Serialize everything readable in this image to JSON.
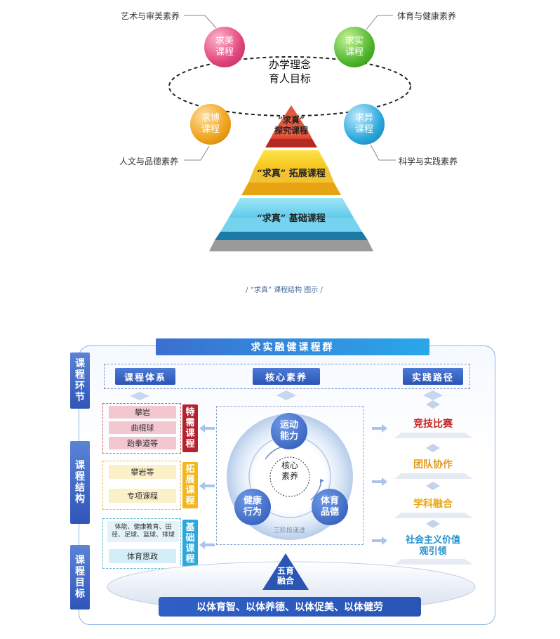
{
  "top": {
    "spheres": [
      {
        "line1": "求美",
        "line2": "课程",
        "color": "#e0457b"
      },
      {
        "line1": "求实",
        "line2": "课程",
        "color": "#4fb52d"
      },
      {
        "line1": "求博",
        "line2": "课程",
        "color": "#efa11a"
      },
      {
        "line1": "求异",
        "line2": "课程",
        "color": "#2aa7dc"
      }
    ],
    "labels": {
      "art": "艺术与审美素养",
      "sport": "体育与健康素养",
      "humanity": "人文与品德素养",
      "science": "科学与实践素养"
    },
    "center": {
      "line1": "办学理念",
      "line2": "育人目标"
    },
    "tiers": {
      "top_line1": "“求真”",
      "top_line2": "探究课程",
      "middle": "“求真” 拓展课程",
      "bottom": "“求真” 基础课程"
    },
    "caption": "/ “求真” 课程结构 图示 /"
  },
  "bottom": {
    "title": "求实融健课程群",
    "side_tabs": [
      "课程环节",
      "课程结构",
      "课程目标"
    ],
    "headers": [
      "课程体系",
      "核心素养",
      "实践路径"
    ],
    "special": {
      "tag": "特需课程",
      "items": [
        "攀岩",
        "曲棍球",
        "跆拳道等"
      ],
      "color": "#b5222e"
    },
    "extend": {
      "tag": "拓展课程",
      "items": [
        "攀岩等",
        "专项课程"
      ],
      "color": "#f2b71c"
    },
    "basic": {
      "tag": "基础课程",
      "items": [
        "体能、健康教育、田径、足球、篮球、排球",
        "体育思政"
      ],
      "color": "#2aa7dc"
    },
    "core": {
      "center_line1": "核心",
      "center_line2": "素养",
      "sport_line1": "运动",
      "sport_line2": "能力",
      "health_line1": "健康",
      "health_line2": "行为",
      "moral_line1": "体育",
      "moral_line2": "品德",
      "stage": "三阶段递进"
    },
    "five": {
      "line1": "五育",
      "line2": "融合"
    },
    "paths": [
      {
        "line1": "竞技比赛",
        "line2": "",
        "color": "#c62828"
      },
      {
        "line1": "团队协作",
        "line2": "",
        "color": "#e89a1a"
      },
      {
        "line1": "学科融合",
        "line2": "",
        "color": "#e8a81a"
      },
      {
        "line1": "社会主义价值",
        "line2": "观引领",
        "color": "#1f8fd0"
      }
    ],
    "footer": "以体育智、以体养德、以体促美、以体健劳"
  }
}
